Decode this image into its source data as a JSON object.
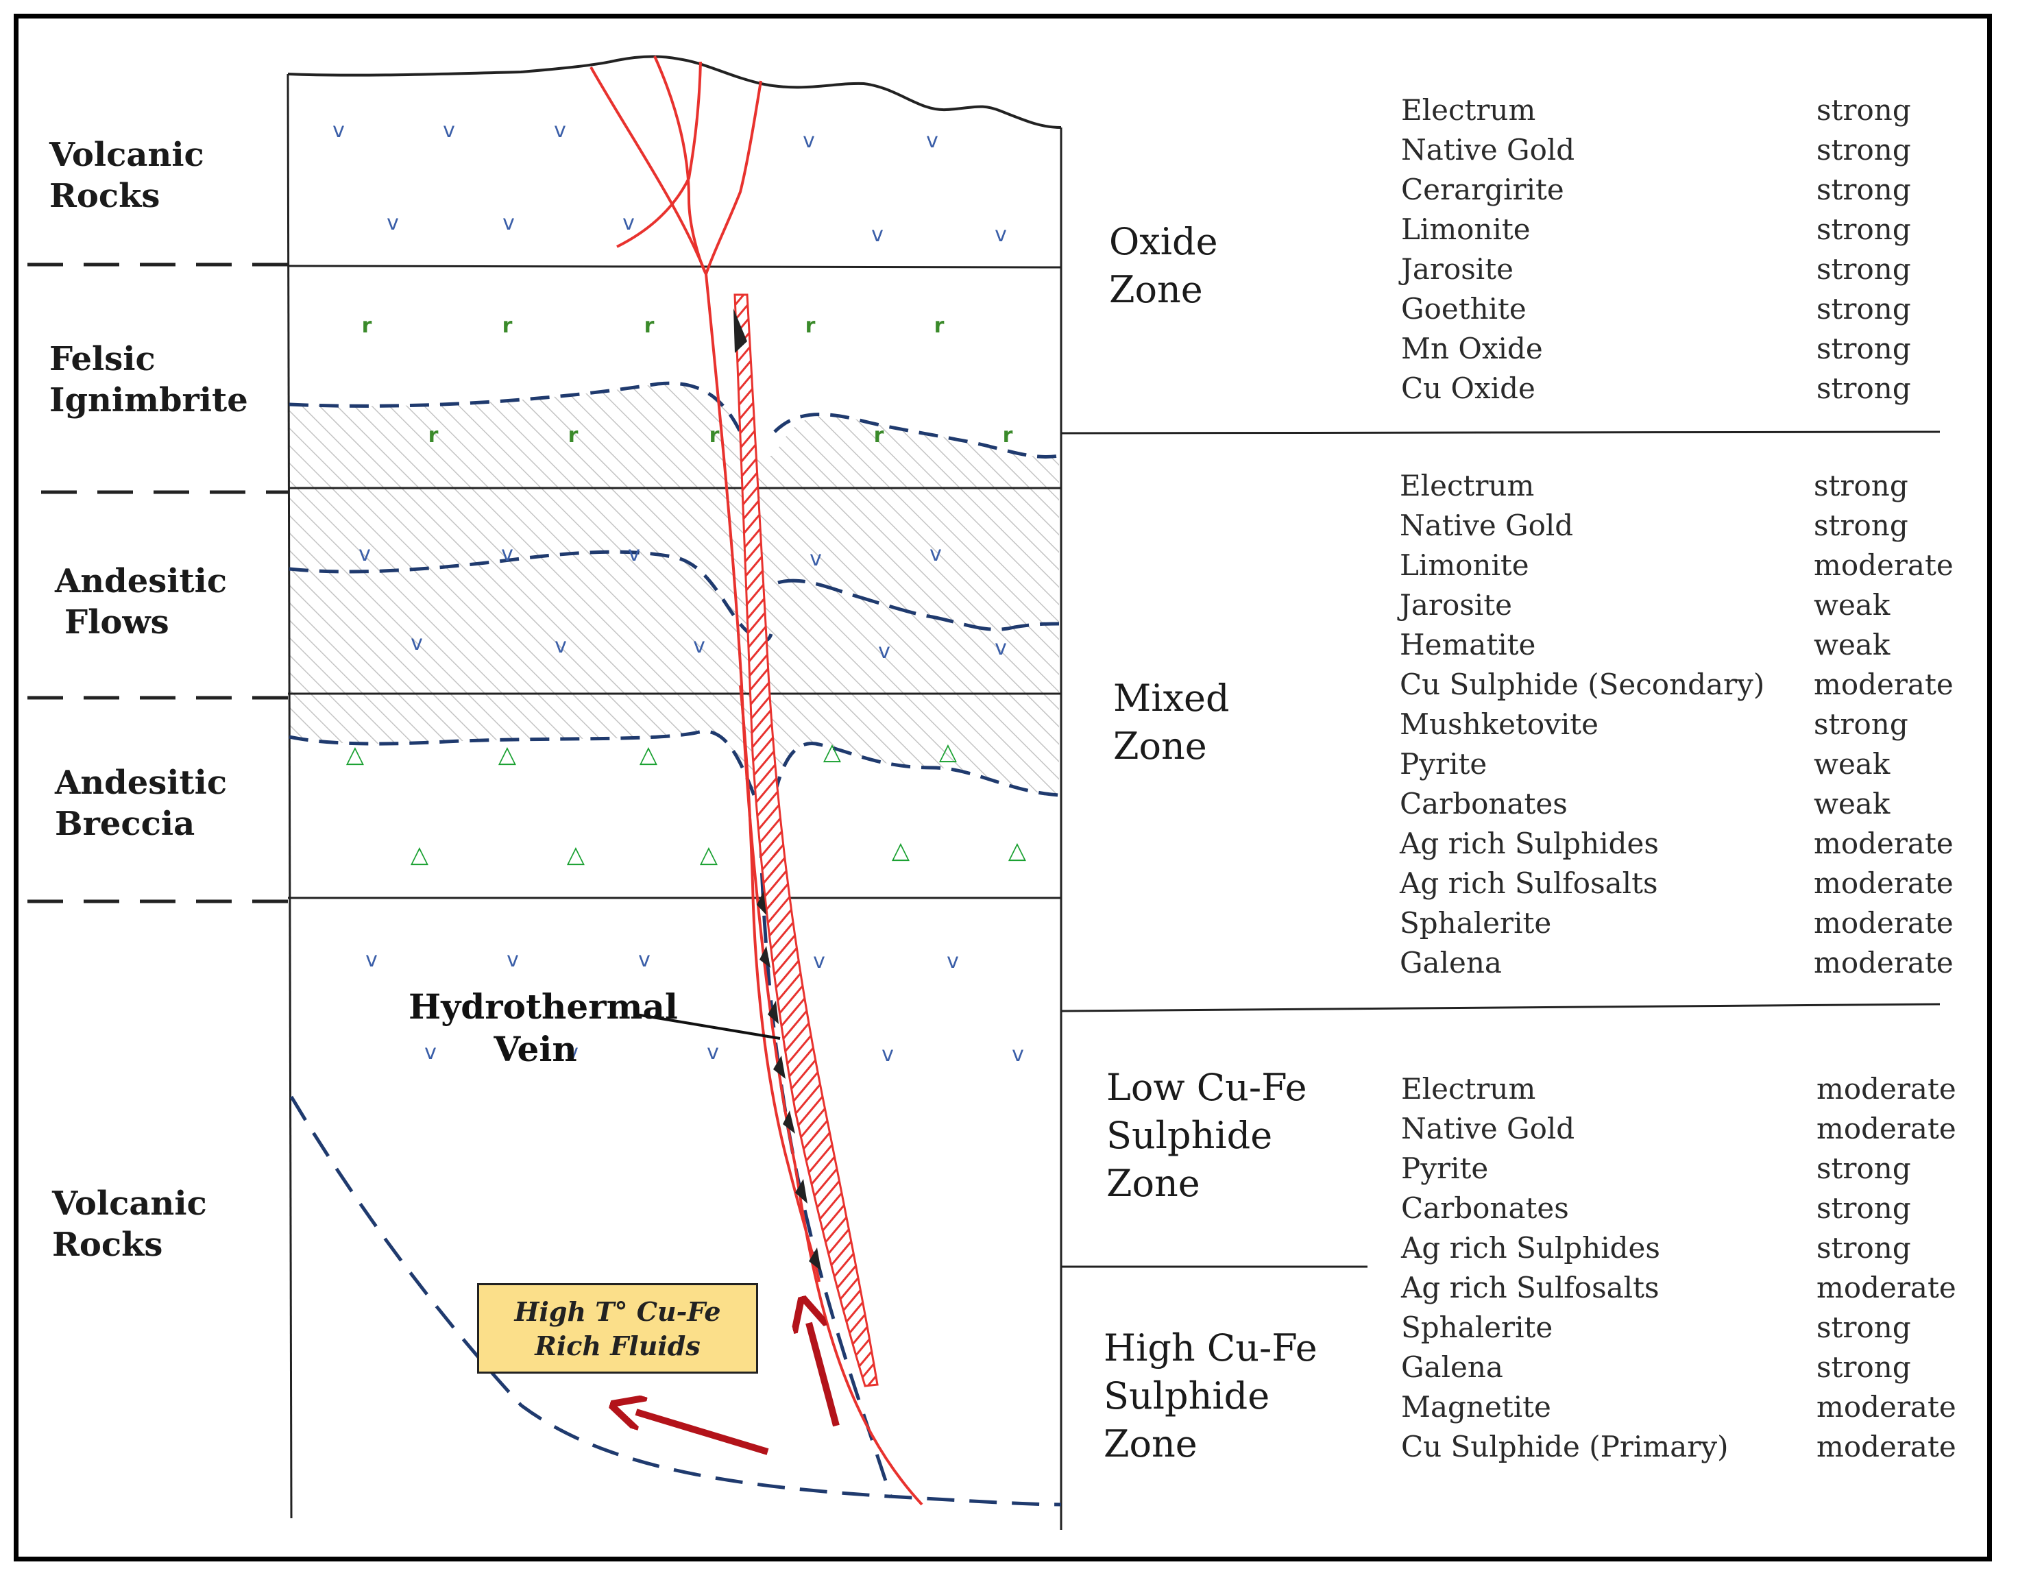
{
  "layers": [
    {
      "id": "volcanic-top",
      "lines": [
        "Volcanic",
        "Rocks"
      ]
    },
    {
      "id": "felsic-ignimbrite",
      "lines": [
        "Felsic",
        "Ignimbrite"
      ]
    },
    {
      "id": "andesitic-flows",
      "lines": [
        "Andesitic",
        "Flows"
      ]
    },
    {
      "id": "andesitic-breccia",
      "lines": [
        "Andesitic",
        "Breccia"
      ]
    },
    {
      "id": "volcanic-bottom",
      "lines": [
        "Volcanic",
        "Rocks"
      ]
    }
  ],
  "labels": {
    "vein_line1": "Hydrothermal",
    "vein_line2": "Vein",
    "fluid_line1": "High T° Cu-Fe",
    "fluid_line2": "Rich Fluids"
  },
  "symbols": {
    "volcanic": "v",
    "ignimbrite": "r",
    "breccia": "△"
  },
  "colors": {
    "vein": "#e8322e",
    "dashed": "#1f3a6e",
    "arrow": "#b3131a",
    "volcanic_sym": "#3a5ea8",
    "ignimbrite_sym": "#3a8a2a",
    "breccia_sym": "#19a030",
    "fluid_box": "#fbdf8a"
  },
  "zones": [
    {
      "id": "oxide",
      "lines": [
        "Oxide",
        "Zone"
      ],
      "minerals": [
        [
          "Electrum",
          "strong"
        ],
        [
          "Native Gold",
          "strong"
        ],
        [
          "Cerargirite",
          "strong"
        ],
        [
          "Limonite",
          "strong"
        ],
        [
          "Jarosite",
          "strong"
        ],
        [
          "Goethite",
          "strong"
        ],
        [
          "Mn Oxide",
          "strong"
        ],
        [
          "Cu Oxide",
          "strong"
        ]
      ]
    },
    {
      "id": "mixed",
      "lines": [
        "Mixed",
        "Zone"
      ],
      "minerals": [
        [
          "Electrum",
          "strong"
        ],
        [
          "Native Gold",
          "strong"
        ],
        [
          "Limonite",
          "moderate"
        ],
        [
          "Jarosite",
          "weak"
        ],
        [
          "Hematite",
          "weak"
        ],
        [
          "Cu Sulphide (Secondary)",
          "moderate"
        ],
        [
          "Mushketovite",
          "strong"
        ],
        [
          "Pyrite",
          "weak"
        ],
        [
          "Carbonates",
          "weak"
        ],
        [
          "Ag rich Sulphides",
          "moderate"
        ],
        [
          "Ag rich Sulfosalts",
          "moderate"
        ],
        [
          "Sphalerite",
          "moderate"
        ],
        [
          "Galena",
          "moderate"
        ]
      ]
    },
    {
      "id": "low-cufe",
      "lines": [
        "Low Cu-Fe",
        "Sulphide",
        "Zone"
      ],
      "minerals": [
        [
          "Electrum",
          "moderate"
        ],
        [
          "Native Gold",
          "moderate"
        ],
        [
          "Pyrite",
          "strong"
        ],
        [
          "Carbonates",
          "strong"
        ],
        [
          "Ag rich Sulphides",
          "strong"
        ]
      ]
    },
    {
      "id": "high-cufe",
      "lines": [
        "High Cu-Fe",
        "Sulphide",
        "Zone"
      ],
      "minerals": [
        [
          "Ag rich Sulfosalts",
          "moderate"
        ],
        [
          "Sphalerite",
          "strong"
        ],
        [
          "Galena",
          "strong"
        ],
        [
          "Magnetite",
          "moderate"
        ],
        [
          "Cu Sulphide (Primary)",
          "moderate"
        ]
      ]
    }
  ]
}
